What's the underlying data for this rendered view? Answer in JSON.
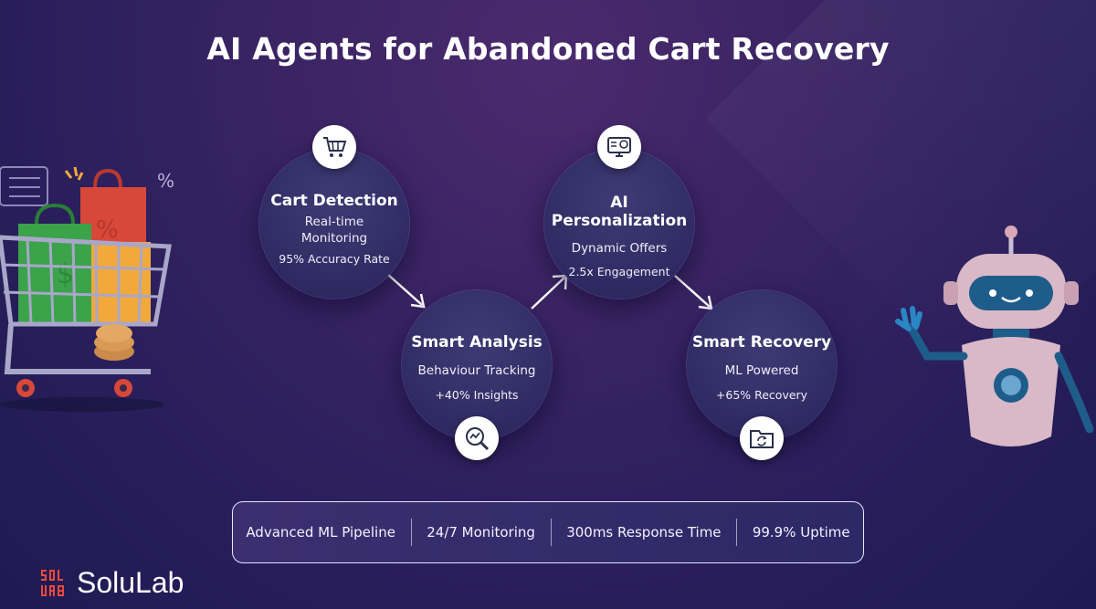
{
  "title": "AI Agents for Abandoned Cart Recovery",
  "nodes": {
    "cart_detection": {
      "title": "Cart Detection",
      "sub": "Real-time Monitoring",
      "stat": "95% Accuracy Rate",
      "icon": "shopping-cart-icon"
    },
    "smart_analysis": {
      "title": "Smart Analysis",
      "sub": "Behaviour Tracking",
      "stat": "+40% Insights",
      "icon": "analytics-magnifier-icon"
    },
    "ai_personalization": {
      "title": "AI Personalization",
      "sub": "Dynamic Offers",
      "stat": "2.5x Engagement",
      "icon": "monitor-settings-icon"
    },
    "smart_recovery": {
      "title": "Smart Recovery",
      "sub": "ML Powered",
      "stat": "+65% Recovery",
      "icon": "folder-refresh-icon"
    }
  },
  "stats_bar": [
    "Advanced ML Pipeline",
    "24/7 Monitoring",
    "300ms Response Time",
    "99.9% Uptime"
  ],
  "brand": {
    "name": "SoluLab"
  },
  "colors": {
    "background": "#2a1f5c",
    "node": "#2f2b62",
    "accent": "#e94a3c"
  }
}
